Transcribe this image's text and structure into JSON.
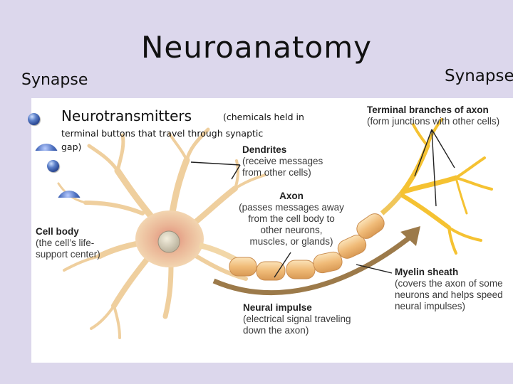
{
  "slide": {
    "title": "Neuroanatomy",
    "left_label": "Synapse",
    "right_label": "Synapse",
    "text_main": "Neurotransmitters",
    "text_paren": "(chemicals held in",
    "text_line2": "terminal buttons that travel through synaptic",
    "text_line3": "gap)"
  },
  "diagram": {
    "terminal_branches": {
      "heading": "Terminal branches of axon",
      "sub": "(form junctions with other cells)"
    },
    "dendrites": {
      "heading": "Dendrites",
      "sub1": "(receive messages",
      "sub2": "from other cells)"
    },
    "axon": {
      "heading": "Axon",
      "sub1": "(passes messages away",
      "sub2": "from the cell body to",
      "sub3": "other neurons,",
      "sub4": "muscles, or glands)"
    },
    "cell_body": {
      "heading": "Cell body",
      "sub1": "(the cell’s life-",
      "sub2": "support center)"
    },
    "myelin": {
      "heading": "Myelin sheath",
      "sub1": "(covers the axon of some",
      "sub2": "neurons and helps speed",
      "sub3": "neural impulses)"
    },
    "impulse": {
      "heading": "Neural impulse",
      "sub1": "(electrical signal traveling",
      "sub2": "down the axon)"
    }
  },
  "colors": {
    "background": "#dcd7ec",
    "neuron": "#f2d7a8",
    "myelin": "#f4c98a",
    "terminal": "#f7c531",
    "bullet": "#2f4fa0"
  }
}
